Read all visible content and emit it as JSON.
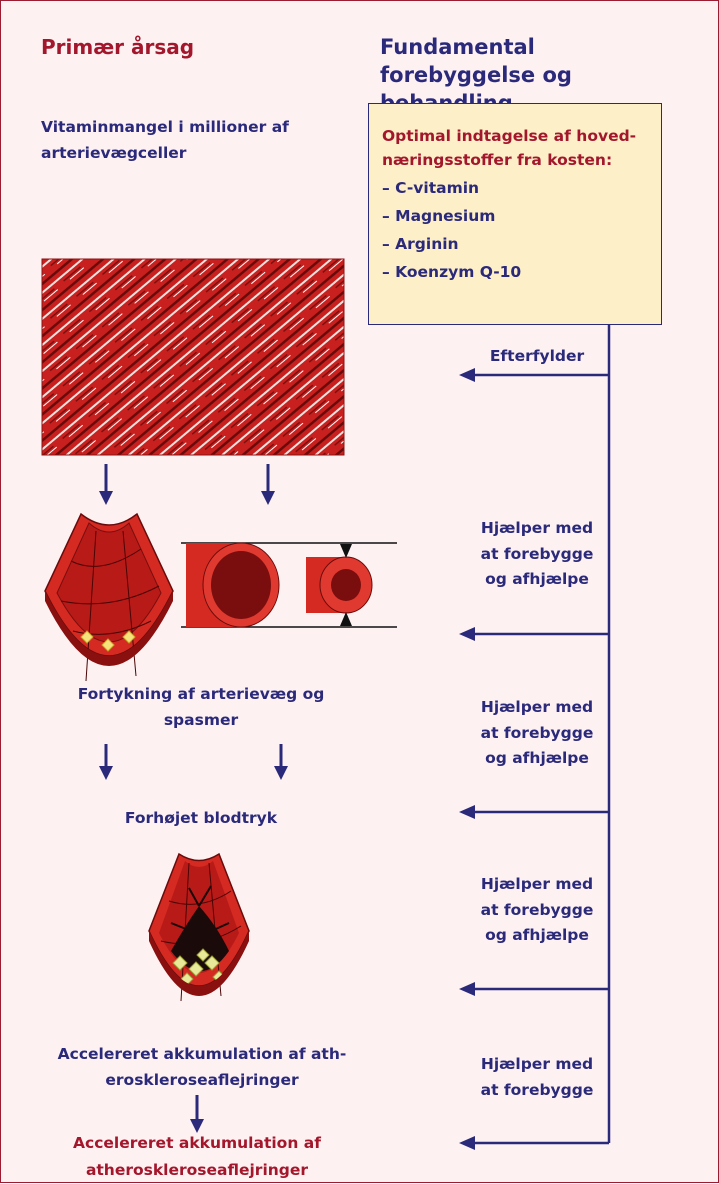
{
  "left_column": {
    "header": "Primær årsag",
    "vitamin_text": "Vitaminmangel i millioner af arterievægceller",
    "thickening_text": "Fortykning af arterievæg og spasmer",
    "blood_pressure_text": "Forhøjet blodtryk",
    "accelerated_text": "Accelereret akkumulation af ath-erosklerose­aflejringer",
    "final_text": "Accelereret akkumulation af atheroskleroseaflejringer"
  },
  "right_column": {
    "header": "Fundamental forebyggelse og behandling",
    "box_title": "Optimal indtagelse af hoved-næringsstoffer fra kosten:",
    "box_items": [
      "– C-vitamin",
      "– Magnesium",
      "– Arginin",
      "– Koenzym Q-10"
    ],
    "labels": [
      "Efterfylder",
      "Hjælper med at forebygge og afhjælpe",
      "Hjælper med at forebygge og afhjælpe",
      "Hjælper med at forebygge og afhjælpe",
      "Hjælper med at forebygge"
    ]
  },
  "colors": {
    "navy": "#2b2a7a",
    "crimson": "#a3172c",
    "background": "#fdf1f2",
    "box_fill": "#fdefc8",
    "tissue_red": "#c8201e"
  }
}
